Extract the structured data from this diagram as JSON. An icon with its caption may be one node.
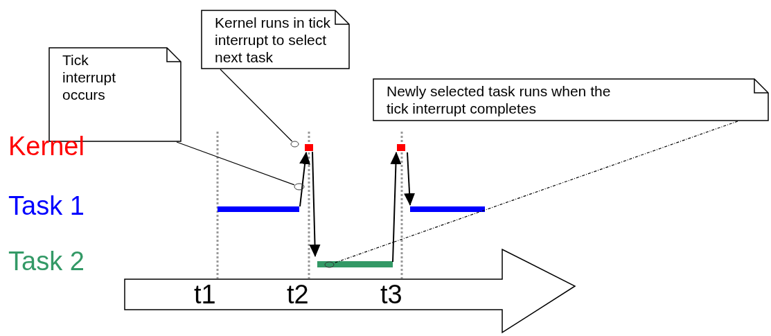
{
  "diagram": {
    "nodes": [
      {
        "text": [
          "Tick interrupt occurs"
        ]
      },
      {
        "text": [
          "Kernel runs in tick interrupt to select next task"
        ]
      },
      {
        "text": [
          "Newly selected task runs when the tick interrupt completes"
        ]
      },
      {
        "text": [],
        "shape": "circle"
      },
      {
        "text": [],
        "shape": "circle"
      },
      {
        "text": [],
        "shape": "circle"
      }
    ],
    "edges": [
      {
        "from": 0,
        "to": 4,
        "arrow": "none"
      },
      {
        "from": 1,
        "to": 3,
        "arrow": "none"
      },
      {
        "from": 2,
        "to": 5,
        "arrow": "none",
        "style": "dashed"
      }
    ],
    "labels": [
      "Kernel",
      "Task 1",
      "Task 2",
      "t1",
      "t2",
      "t3"
    ]
  }
}
